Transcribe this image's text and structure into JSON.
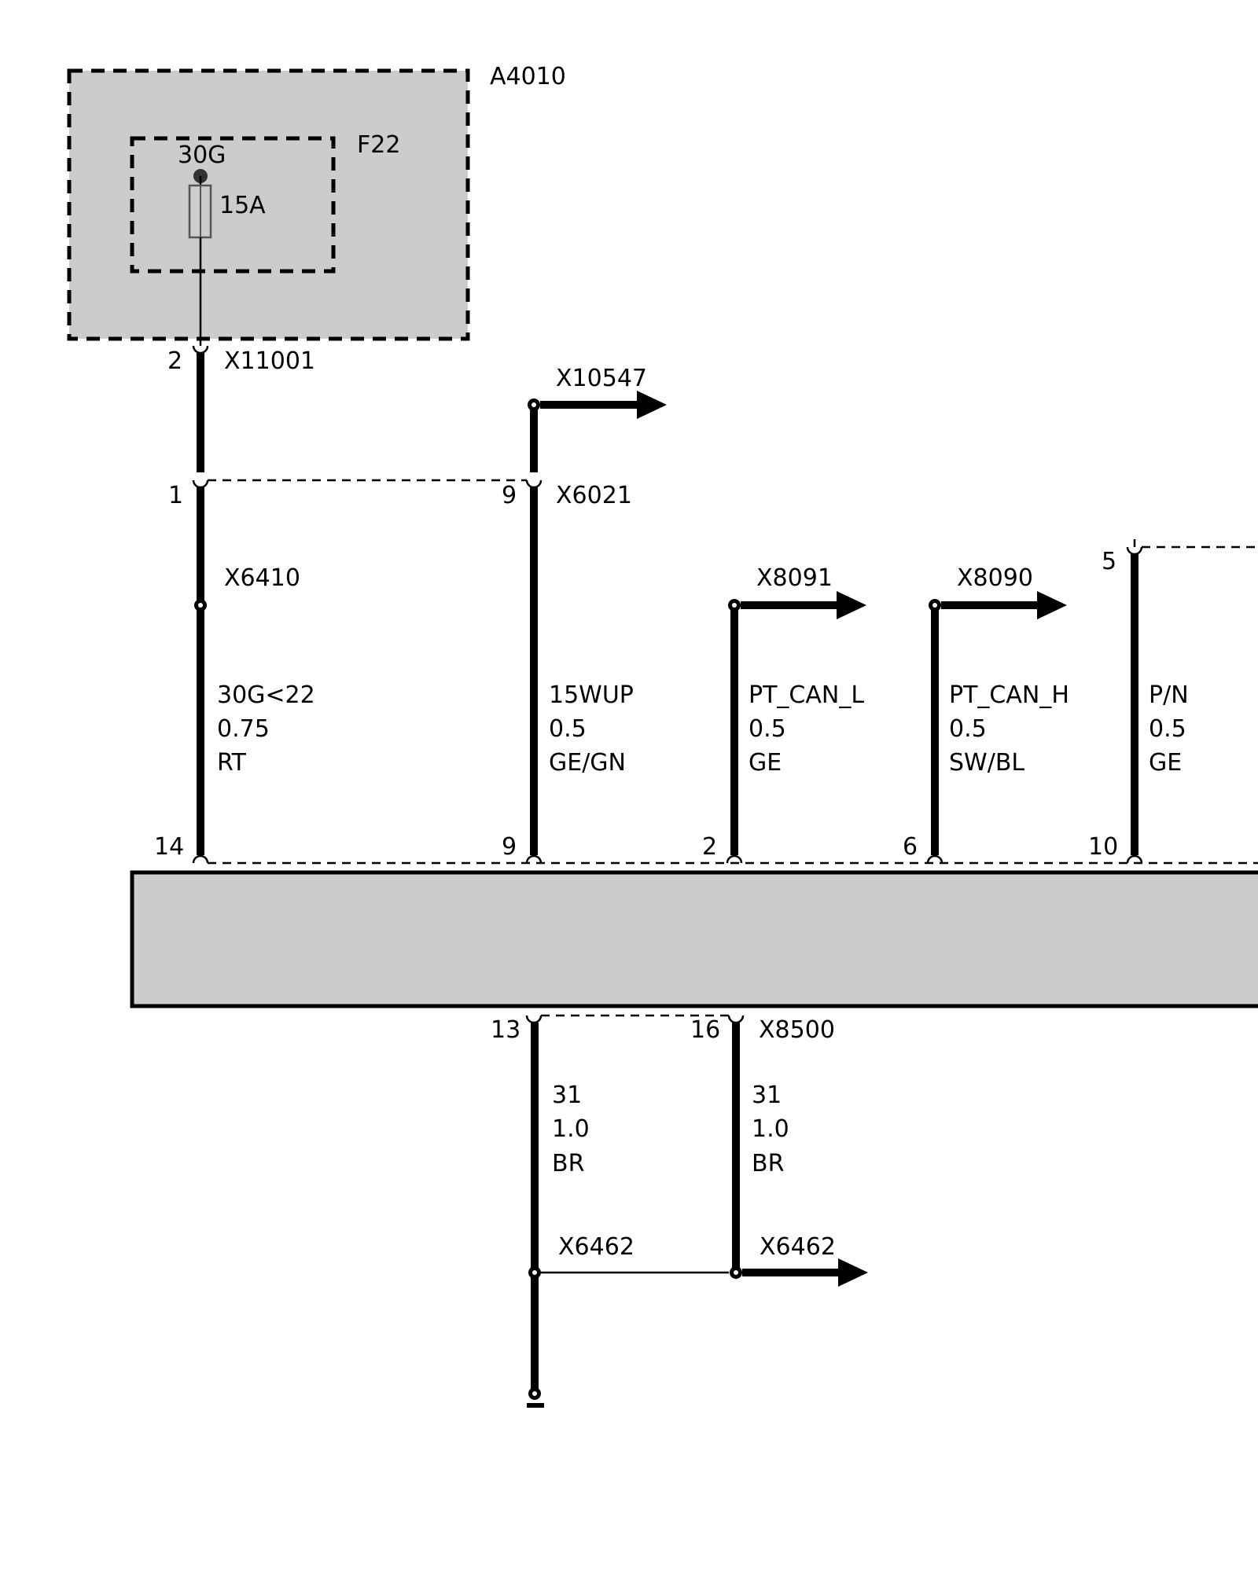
{
  "module": {
    "id": "A4010"
  },
  "fuse": {
    "id": "F22",
    "terminal": "30G",
    "rating": "15A"
  },
  "connectors": {
    "x11001": {
      "id": "X11001",
      "pin": "2"
    },
    "x6021": {
      "id": "X6021",
      "pin_a": "1",
      "pin_b": "9"
    },
    "x6410": {
      "id": "X6410"
    },
    "x10547": {
      "id": "X10547"
    },
    "x8091": {
      "id": "X8091"
    },
    "x8090": {
      "id": "X8090"
    },
    "x8500": {
      "id": "X8500",
      "pin_a": "13",
      "pin_b": "16"
    },
    "x6462_a": {
      "id": "X6462"
    },
    "x6462_b": {
      "id": "X6462"
    },
    "pin5": {
      "pin": "5"
    }
  },
  "wires": [
    {
      "signal": "30G<22",
      "gauge": "0.75",
      "color": "RT",
      "pin": "14"
    },
    {
      "signal": "15WUP",
      "gauge": "0.5",
      "color": "GE/GN",
      "pin": "9"
    },
    {
      "signal": "PT_CAN_L",
      "gauge": "0.5",
      "color": "GE",
      "pin": "2"
    },
    {
      "signal": "PT_CAN_H",
      "gauge": "0.5",
      "color": "SW/BL",
      "pin": "6"
    },
    {
      "signal": "P/N",
      "gauge": "0.5",
      "color": "GE",
      "pin": "10"
    }
  ],
  "ground_wires": [
    {
      "signal": "31",
      "gauge": "1.0",
      "color": "BR"
    },
    {
      "signal": "31",
      "gauge": "1.0",
      "color": "BR"
    }
  ]
}
